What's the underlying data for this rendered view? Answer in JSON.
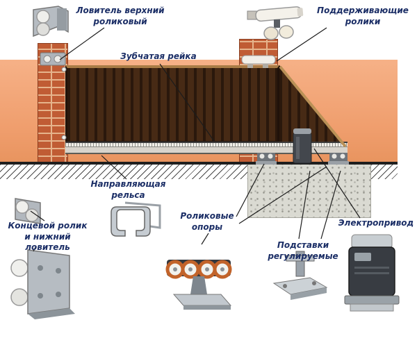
{
  "labels": {
    "top_catcher": "Ловитель верхний роликовый",
    "support_rollers": "Поддерживающие ролики",
    "gear_rack": "Зубчатая рейка",
    "guide_rail": "Направляющая рельса",
    "end_roller": "Концевой ролик и нижний ловитель",
    "roller_supports": "Роликовые опоры",
    "adjustable_stands": "Подставки регулируемые",
    "electric_drive": "Электропривод"
  },
  "colors": {
    "label_text": "#1b2e66",
    "fence_orange": "#f2a276",
    "brick": "#c05c34",
    "gate_brown": "#3a2312",
    "gate_frame_tan": "#a97c46",
    "ground_black": "#1f1f1f",
    "concrete_gray": "#dadad2",
    "metal_gray": "#b6bcc2",
    "roller_orange": "#c2632a"
  },
  "icons": {
    "upper_catcher_photo": "metal U-bracket with two white rollers",
    "support_rollers_photo": "white roller unit with two cream rollers",
    "guide_rail_photo": "C-channel rail profile",
    "roller_carriage_photo": "carriage with four orange-rimmed rollers on base plate",
    "adjustable_stand_photo": "adjustable mounting plate with bracket",
    "drive_unit_photo": "electric gate drive motor unit",
    "end_roller_photo": "end roller bracket with two rollers",
    "lower_catcher_photo": "lower catcher plate with two rollers"
  }
}
